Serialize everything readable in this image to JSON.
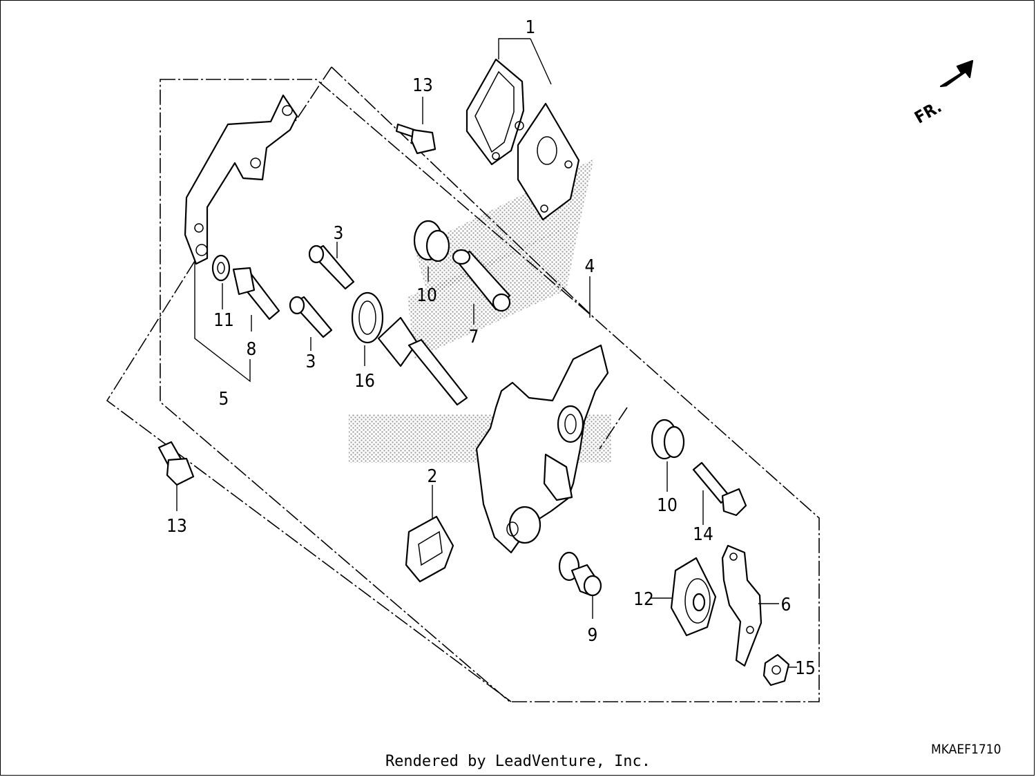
{
  "diagram": {
    "direction_marker": "FR.",
    "diagram_code": "MKAEF1710",
    "footer": "Rendered by LeadVenture, Inc.",
    "callouts": [
      {
        "id": "c1",
        "label": "1"
      },
      {
        "id": "c13a",
        "label": "13"
      },
      {
        "id": "c3a",
        "label": "3"
      },
      {
        "id": "c10a",
        "label": "10"
      },
      {
        "id": "c4",
        "label": "4"
      },
      {
        "id": "c11",
        "label": "11"
      },
      {
        "id": "c8",
        "label": "8"
      },
      {
        "id": "c3b",
        "label": "3"
      },
      {
        "id": "c7",
        "label": "7"
      },
      {
        "id": "c16",
        "label": "16"
      },
      {
        "id": "c5",
        "label": "5"
      },
      {
        "id": "c2",
        "label": "2"
      },
      {
        "id": "c10b",
        "label": "10"
      },
      {
        "id": "c13b",
        "label": "13"
      },
      {
        "id": "c14",
        "label": "14"
      },
      {
        "id": "c12",
        "label": "12"
      },
      {
        "id": "c6",
        "label": "6"
      },
      {
        "id": "c9",
        "label": "9"
      },
      {
        "id": "c15",
        "label": "15"
      }
    ]
  }
}
